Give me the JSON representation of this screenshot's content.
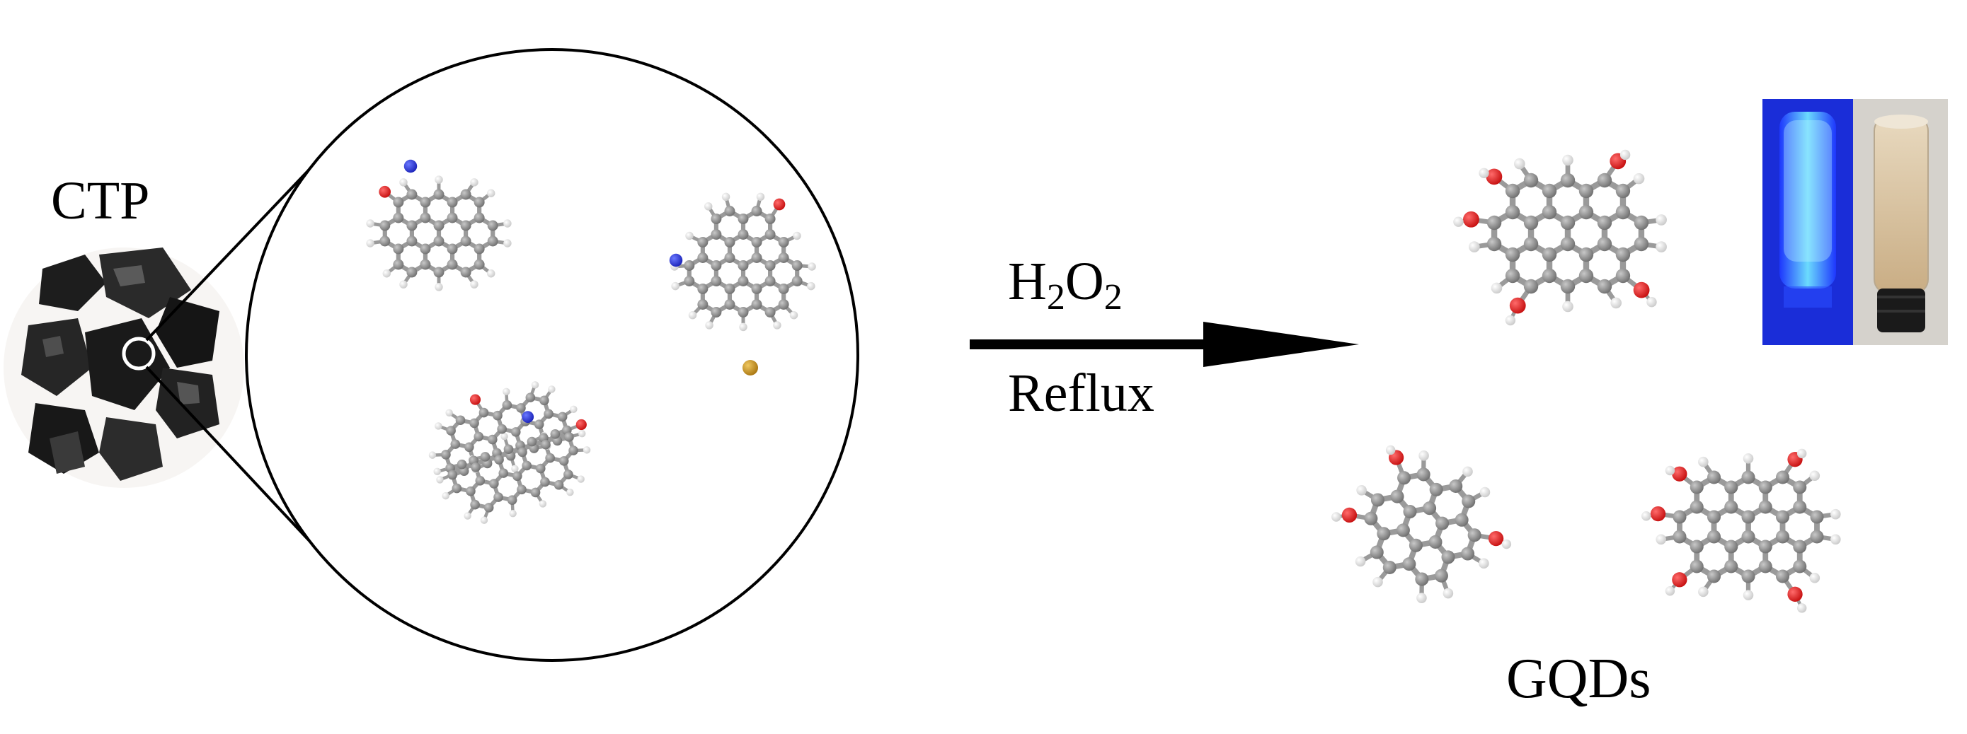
{
  "labels": {
    "source": "CTP",
    "reagent_main": "H",
    "reagent_sub1": "2",
    "reagent_mid": "O",
    "reagent_sub2": "2",
    "condition": "Reflux",
    "product": "GQDs"
  },
  "colors": {
    "carbon": "#8a8a8a",
    "hydrogen": "#f2f2f2",
    "oxygen": "#e31a1a",
    "nitrogen": "#2233dd",
    "sulfur": "#c9961a",
    "bond": "#9a9a9a",
    "outline": "#000000",
    "vial_uv_background": "#1a2dd8",
    "vial_uv_liquid": "#5fd8ff",
    "vial_daylight_liquid": "#d9c3a0",
    "vial_cap": "#1a1a1a",
    "pitch_lumps": "#202020"
  },
  "icons": {
    "source_material": "coal-tar-pitch-photo",
    "reaction_arrow": "reaction-arrow",
    "vials": "vial-photo-uv-and-daylight"
  }
}
